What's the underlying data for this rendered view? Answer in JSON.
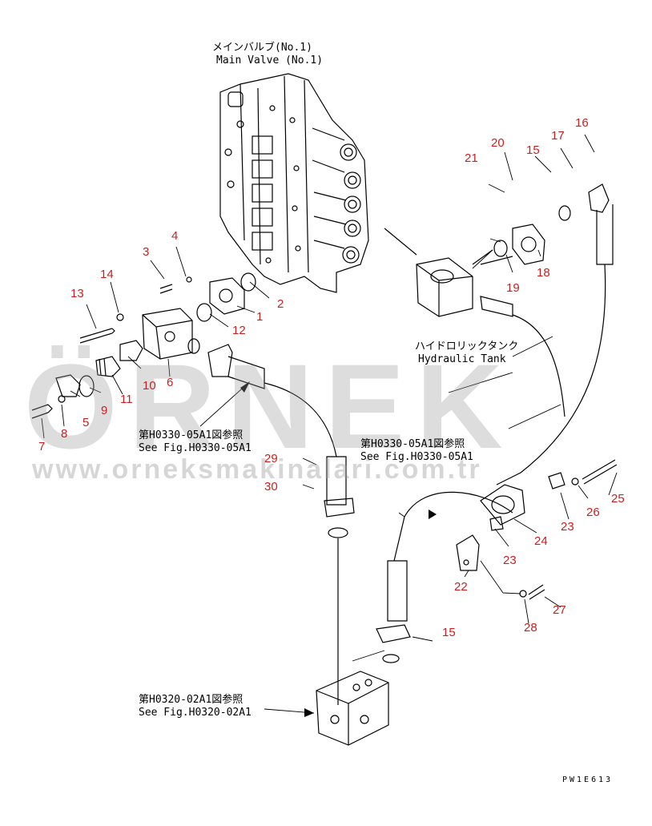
{
  "labels": {
    "main_valve_jp": "メインバルブ(No.1)",
    "main_valve_en": "Main Valve (No.1)",
    "hydraulic_tank_jp": "ハイドロリックタンク",
    "hydraulic_tank_en": "Hydraulic Tank",
    "ref_a_jp": "第H0330-05A1図参照",
    "ref_a_en": "See Fig.H0330-05A1",
    "ref_b_jp": "第H0330-05A1図参照",
    "ref_b_en": "See Fig.H0330-05A1",
    "ref_c_jp": "第H0320-02A1図参照",
    "ref_c_en": "See Fig.H0320-02A1",
    "drawing_code": "PW1E613"
  },
  "watermark": {
    "brand": "ÖRNEK",
    "url": "www.orneksmakinalari.com.tr"
  },
  "colors": {
    "part_number": "#cc1f1f",
    "line": "#000000",
    "watermark": "#9a9a9a"
  },
  "part_numbers": {
    "p1": "1",
    "p2": "2",
    "p3": "3",
    "p4": "4",
    "p5": "5",
    "p6": "6",
    "p7": "7",
    "p8": "8",
    "p9": "9",
    "p10": "10",
    "p11": "11",
    "p12": "12",
    "p13": "13",
    "p14": "14",
    "p15a": "15",
    "p15b": "15",
    "p16": "16",
    "p17": "17",
    "p18": "18",
    "p19": "19",
    "p20": "20",
    "p21": "21",
    "p22": "22",
    "p23a": "23",
    "p23b": "23",
    "p24": "24",
    "p25": "25",
    "p26": "26",
    "p27": "27",
    "p28": "28",
    "p29": "29",
    "p30": "30"
  }
}
